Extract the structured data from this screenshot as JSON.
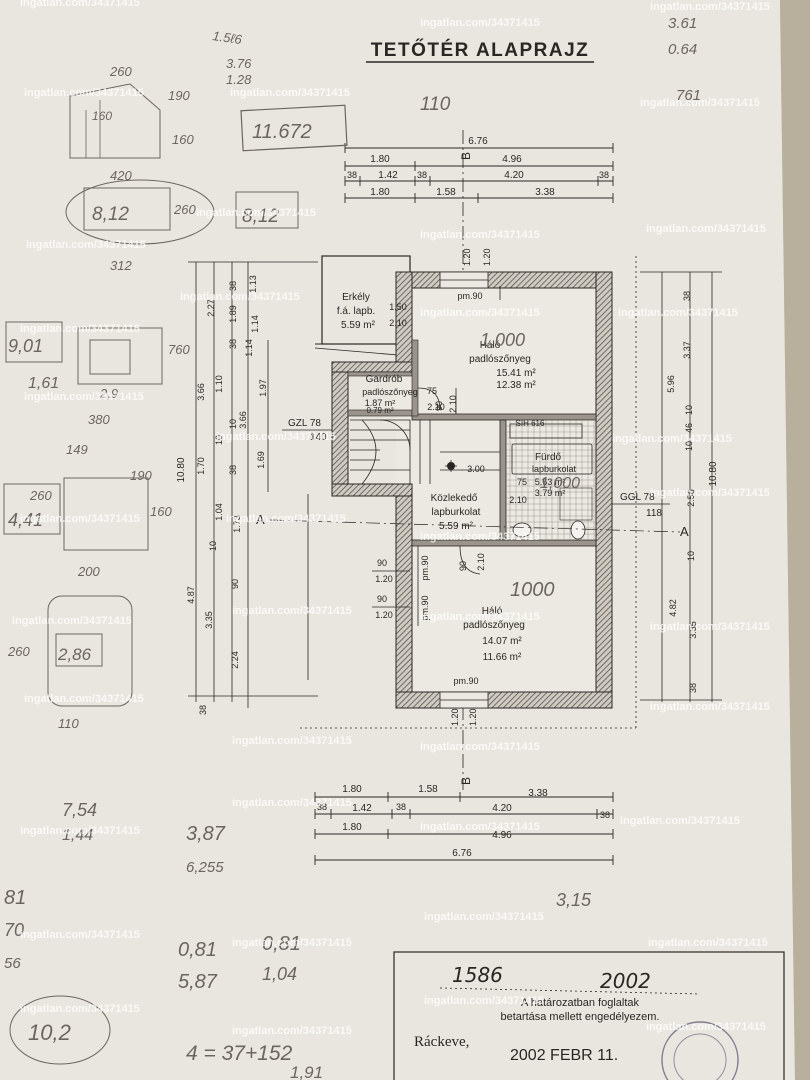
{
  "title": "TETŐTÉR ALAPRAJZ",
  "watermark": "ingatlan.com/34371415",
  "rooms": {
    "erkely": {
      "name": "Erkély",
      "floor": "f.á. lapb.",
      "area": "5.59 m²",
      "dims": [
        "1.50",
        "2.10"
      ]
    },
    "halo1": {
      "name": "Háló",
      "floor": "padlószőnyeg",
      "area": "15.41 m²",
      "area2": "12.38 m²",
      "note": "pm.90"
    },
    "gardrob": {
      "name": "Gardrób",
      "floor": "padlószőnyeg",
      "area": "1.87 m²",
      "area2": "0.79 m²",
      "dims": [
        "75",
        "2.10"
      ]
    },
    "furdo": {
      "name": "Fürdő",
      "floor": "lapburkolat",
      "area": "5.63 m²",
      "area2": "3.79 m²",
      "dims": [
        "75",
        "2.10"
      ]
    },
    "kozlekedo": {
      "name": "Közlekedő",
      "floor": "lapburkolat",
      "area": "5.59 m²",
      "label_300": "3.00"
    },
    "halo2": {
      "name": "Háló",
      "floor": "padlószőnyeg",
      "area": "14.07 m²",
      "area2": "11.66 m²",
      "note": "pm.90"
    }
  },
  "door_labels": [
    "90",
    "2.10",
    "90",
    "2.10",
    "90",
    "1.20",
    "90",
    "1.20"
  ],
  "sill_label": "SIH 616",
  "gzl": {
    "label": "GZL 78",
    "value": "140"
  },
  "ggl": {
    "label": "GGL 78",
    "value": "118"
  },
  "section_a": "A",
  "section_b": "B",
  "pm_label": "pm.90",
  "top_dims": {
    "overall": "6.76",
    "row2": [
      "1.80",
      "4.96"
    ],
    "row3": [
      "38",
      "1.42",
      "38",
      "4.20",
      "38"
    ],
    "row4": [
      "1.80",
      "1.58",
      "3.38"
    ]
  },
  "bottom_dims": {
    "row1": [
      "1.80",
      "1.58",
      "3.38"
    ],
    "row2": [
      "38",
      "1.42",
      "38",
      "4.20",
      "38"
    ],
    "row3": [
      "1.80",
      "4.96"
    ],
    "overall": "6.76"
  },
  "left_dims": {
    "overall": "10.80",
    "col2": [
      "3.66",
      "1.70",
      "4.87"
    ],
    "col3": [
      "2.27",
      "1.10",
      "1.04",
      "3.35"
    ],
    "col4": [
      "38",
      "1.89",
      "38",
      "10",
      "1.14",
      "1.97",
      "38",
      "90",
      "2.24",
      "38"
    ],
    "col5": [
      "1.13",
      "1.14",
      "1.69",
      "1.73"
    ],
    "small": [
      "3.66",
      "10",
      "10"
    ]
  },
  "right_dims": {
    "overall": "10.80",
    "col2": [
      "5.96",
      "4.82"
    ],
    "col3": [
      "38",
      "3.37",
      "10",
      "46",
      "10",
      "2.56",
      "10",
      "3.35",
      "38"
    ]
  },
  "top_openings": [
    "1.20",
    "1.20"
  ],
  "bottom_openings": [
    "1.20",
    "1.20"
  ],
  "handwritten": {
    "h1": "1.5ℓ6",
    "h2": "3.76",
    "h3": "1.28",
    "h4": "3.61",
    "h5": "0.64",
    "h6": "260",
    "h7": "190",
    "h8": "160",
    "h9": "160",
    "h10": "420",
    "h11": "110",
    "h12": "11.672",
    "h13": "761",
    "h14": "8,12",
    "h15": "260",
    "h16": "8,12",
    "h17": "312",
    "h18": "9,01",
    "h19": "2,9",
    "h20": "760",
    "h21": "1,61",
    "h22": "380",
    "h23": "149",
    "h24": "190",
    "h25": "260",
    "h26": "4,41",
    "h27": "160",
    "h28": "200",
    "h29": "260",
    "h30": "2,86",
    "h31": "110",
    "h32": "7,54",
    "h33": "1,44",
    "h34": "3,87",
    "h35": "6,255",
    "h36": "81",
    "h37": "70",
    "h38": "56",
    "h39": "3,15",
    "h40": "0,81",
    "h41": "5,87",
    "h42": "0,81",
    "h43": "1,04",
    "h44": "10,2",
    "h45": "4 = 37+152",
    "h46": "1,91",
    "h47": "1586",
    "h48": "2002",
    "h49": "1,000",
    "h50": "1000",
    "h51": "1,000"
  },
  "stamp": {
    "line1": "A határozatban foglaltak",
    "line2": "betartása mellett engedélyezem.",
    "place": "Ráckeve,",
    "date": "2002 FEBR 11."
  },
  "colors": {
    "paper": "#e9e6df",
    "ink": "#2a2624",
    "hatch": "#5a5450",
    "pencil": "#6b6560",
    "watermark": "#ffffff"
  }
}
